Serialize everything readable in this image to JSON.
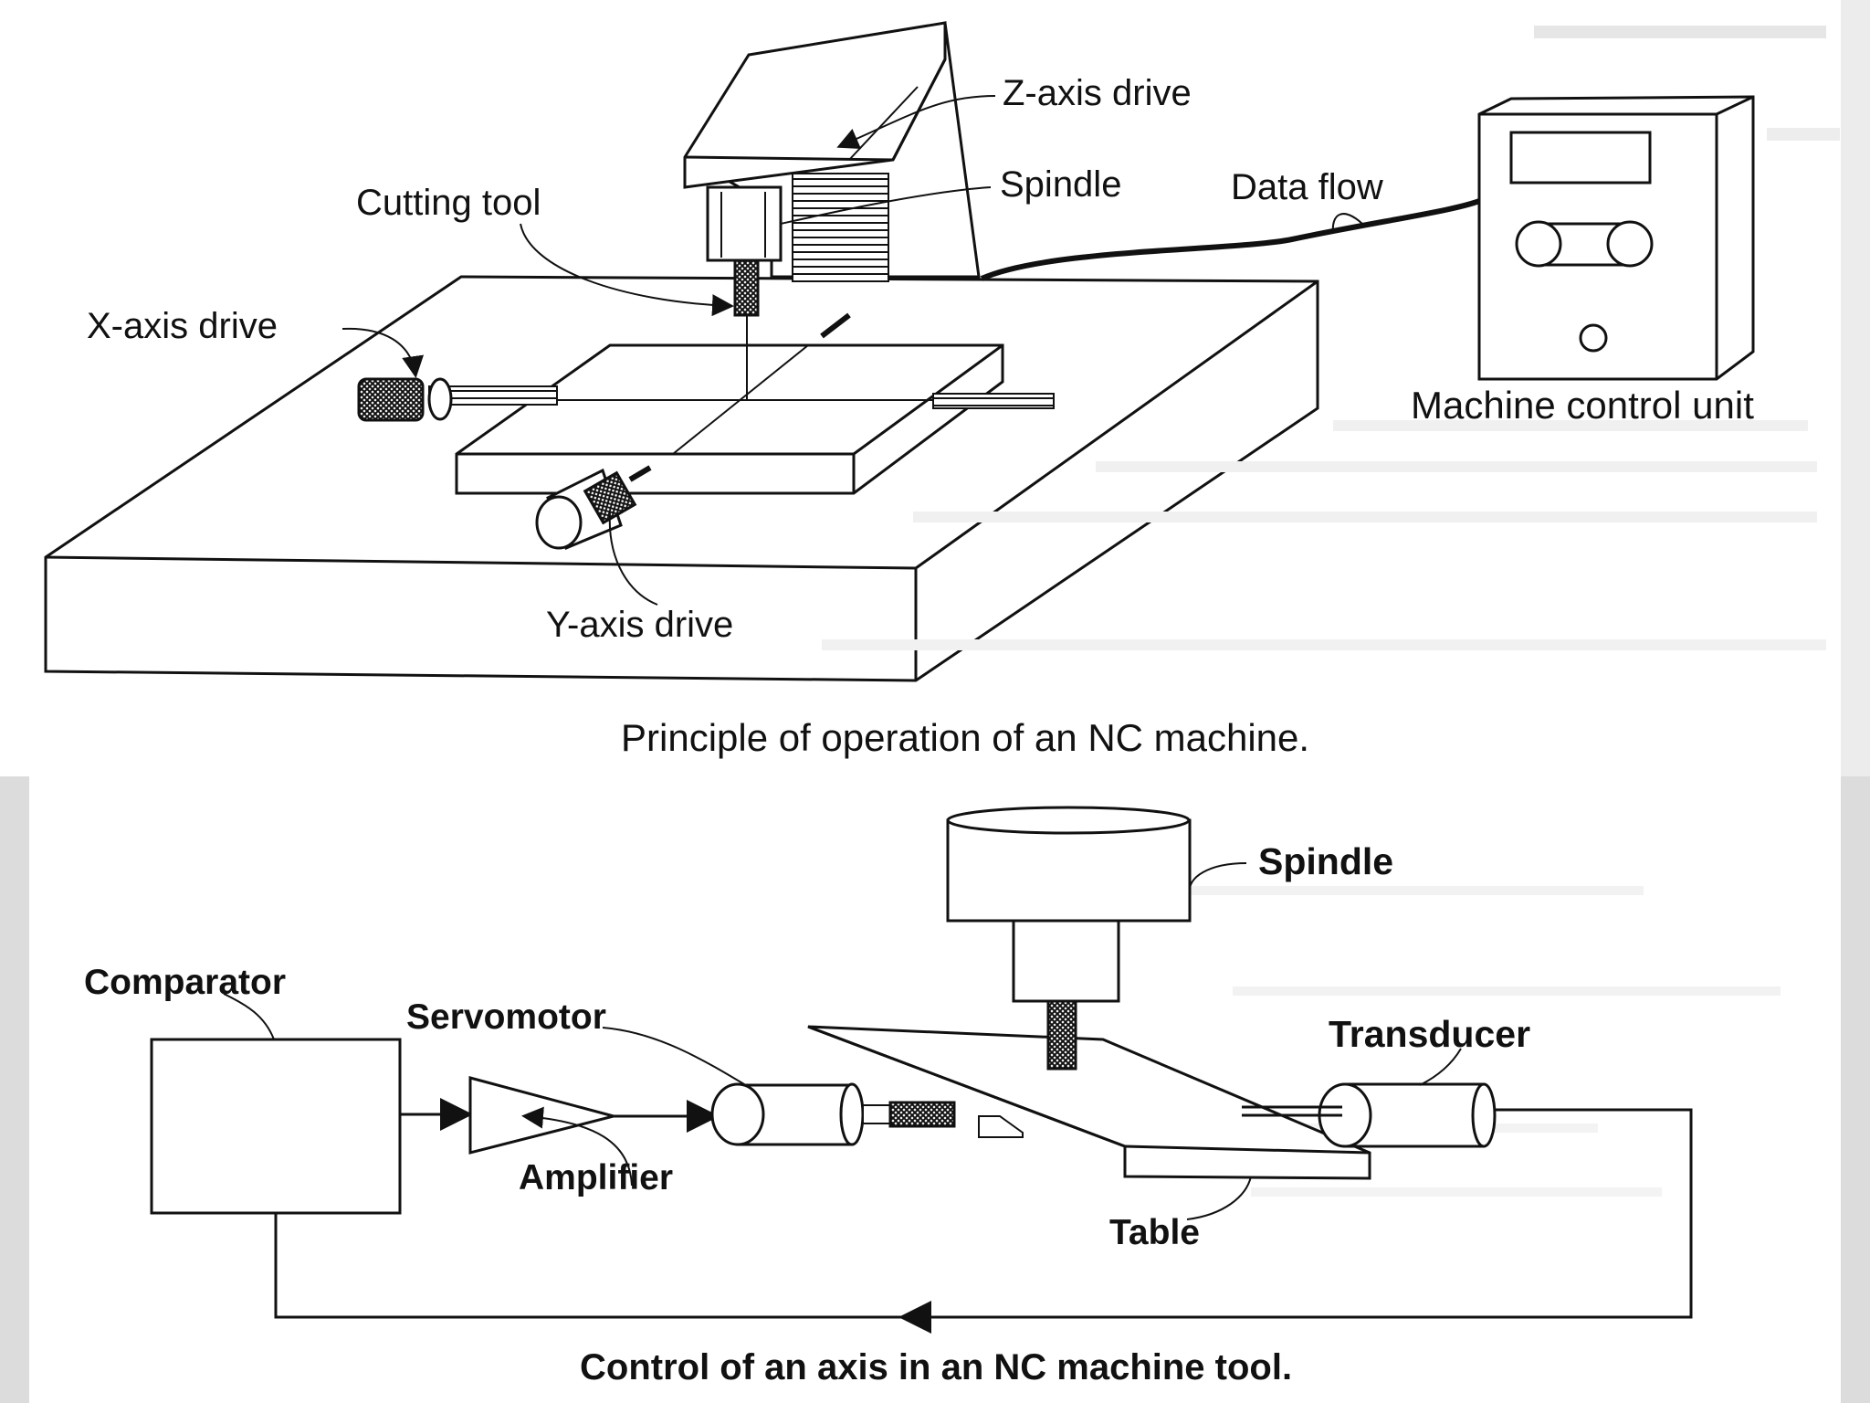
{
  "figure1": {
    "caption": "Principle of operation of an NC machine.",
    "labels": {
      "z_axis_drive": "Z-axis drive",
      "spindle": "Spindle",
      "data_flow": "Data flow",
      "cutting_tool": "Cutting tool",
      "x_axis_drive": "X-axis drive",
      "y_axis_drive": "Y-axis drive",
      "machine_control_unit": "Machine control unit"
    }
  },
  "figure2": {
    "caption": "Control of an axis in an NC machine tool.",
    "labels": {
      "spindle": "Spindle",
      "comparator": "Comparator",
      "servomotor": "Servomotor",
      "transducer": "Transducer",
      "amplifier": "Amplifier",
      "table": "Table"
    }
  },
  "colors": {
    "ink": "#111111",
    "paper": "#ffffff",
    "margin_gray": "#dcdcdc"
  }
}
